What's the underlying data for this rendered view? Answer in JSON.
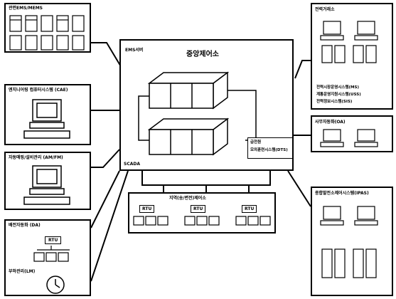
{
  "colors": {
    "ink": "#000000",
    "paper": "#ffffff"
  },
  "central": {
    "title": "중앙제어소",
    "ems_label": "EMS서버",
    "scada_label": "SCADA",
    "dts_label_1": "급전원",
    "dts_label_2": "모의훈련시스템(DTS)"
  },
  "ems_top_left": {
    "title": "관련EMS/MEMS"
  },
  "cae": {
    "title": "엔지니어링 컴퓨터시스템 (CAE)"
  },
  "amfm": {
    "title": "자동매핑/설비관리 (AM/FM)"
  },
  "da": {
    "title": "배전자동화 (DA)",
    "rtu": "RTU",
    "lm_title": "부하관리(LM)"
  },
  "substation": {
    "title": "지역(송/변전)제어소",
    "rtu_labels": [
      "RTU",
      "RTU",
      "RTU"
    ]
  },
  "right_top": {
    "title": "전력거래소",
    "line1": "전력시장운영시스템(MS)",
    "line2": "계통운영지원시스템(USS)",
    "line3": "전력정보시스템(SIS)"
  },
  "oa": {
    "title": "사무자동화(OA)"
  },
  "ipas": {
    "title": "종합발전소제어시스템(IPAS)"
  }
}
